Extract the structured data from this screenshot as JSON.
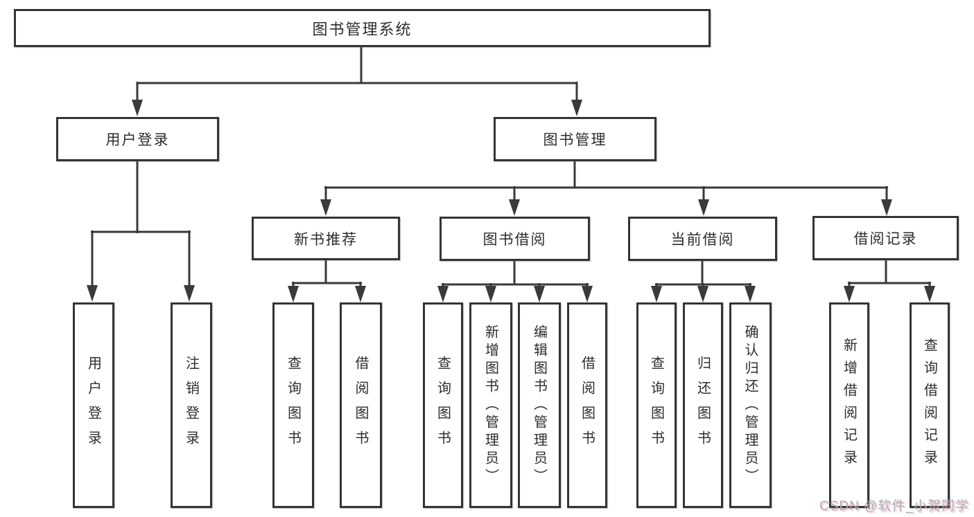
{
  "colors": {
    "line": "#3a3a3c",
    "border": "#343436",
    "text": "#2d2d2f",
    "background": "#ffffff",
    "watermark": "#a9adb2"
  },
  "watermark": {
    "text": "CSDN @软件_小贺同学"
  },
  "tree": {
    "label": "图书管理系统",
    "children": [
      {
        "label": "用户登录",
        "children": [
          {
            "label": "用户登录"
          },
          {
            "label": "注销登录"
          }
        ]
      },
      {
        "label": "图书管理",
        "children": [
          {
            "label": "新书推荐",
            "children": [
              {
                "label": "查询图书"
              },
              {
                "label": "借阅图书"
              }
            ]
          },
          {
            "label": "图书借阅",
            "children": [
              {
                "label": "查询图书"
              },
              {
                "label": "新增图书（管理员）"
              },
              {
                "label": "编辑图书（管理员）"
              },
              {
                "label": "借阅图书"
              }
            ]
          },
          {
            "label": "当前借阅",
            "children": [
              {
                "label": "查询图书"
              },
              {
                "label": "归还图书"
              },
              {
                "label": "确认归还（管理员）"
              }
            ]
          },
          {
            "label": "借阅记录",
            "children": [
              {
                "label": "新增借阅记录"
              },
              {
                "label": "查询借阅记录"
              }
            ]
          }
        ]
      }
    ]
  }
}
